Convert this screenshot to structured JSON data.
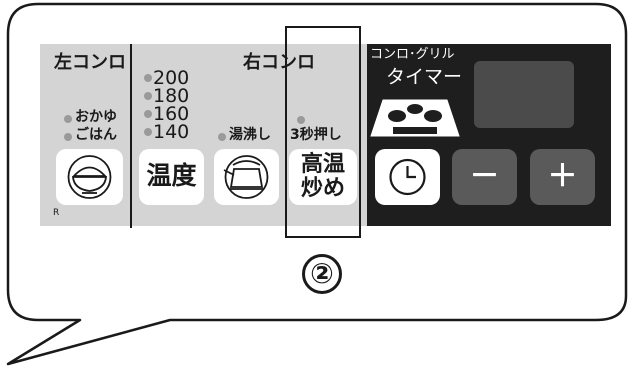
{
  "left_burner": {
    "title": "左コンロ",
    "options": [
      "おかゆ",
      "ごはん"
    ],
    "note": "R"
  },
  "right_burner": {
    "title": "右コンロ",
    "temperatures": [
      "200",
      "180",
      "160",
      "140"
    ],
    "boil_label": "湯沸し",
    "press_hint": "3秒押し",
    "temp_button": "温度",
    "high_temp_line1": "高温",
    "high_temp_line2": "炒め"
  },
  "timer": {
    "caption_line1": "コンロ･グリル",
    "caption_line2": "タイマー",
    "minus_label": "－",
    "plus_label": "＋"
  },
  "callout_number": "②",
  "icons": [
    "rice-bowl-icon",
    "kettle-icon",
    "stove-icon",
    "clock-icon"
  ],
  "colors": {
    "panel": "#d4d4d4",
    "timer_panel": "#1e1e1e",
    "dark_button": "#5a5a5a"
  }
}
